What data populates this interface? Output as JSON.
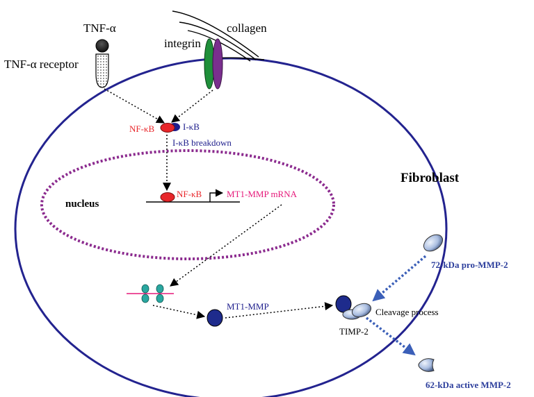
{
  "labels": {
    "tnf_alpha": "TNF-α",
    "tnf_receptor": "TNF-α receptor",
    "integrin": "integrin",
    "collagen": "collagen",
    "nfkb": "NF-κB",
    "ikb": "I-κB",
    "ikb_breakdown": "I-κB breakdown",
    "nucleus": "nucleus",
    "nucleus_nfkb": "NF-κB",
    "mt1mmp_mrna": "MT1-MMP mRNA",
    "fibroblast": "Fibroblast",
    "mt1mmp": "MT1-MMP",
    "cleavage_process": "Cleavage process",
    "timp2": "TIMP-2",
    "pro_mmp2": "72-kDa pro-MMP-2",
    "active_mmp2": "62-kDa active MMP-2"
  },
  "colors": {
    "membrane": "#23238f",
    "nucleus": "#8b2a8e",
    "nfkb": "#e8262a",
    "ikb": "#1e1e8c",
    "mrna_text": "#e6197a",
    "integrin_green": "#1f8f3a",
    "integrin_purple": "#7a2f8e",
    "ribosome": "#2aa7a0",
    "mmp2_label": "#2c3e9c",
    "mmp2_arrow": "#3b5fb8",
    "mmp2_fill": "#a9bde0"
  }
}
